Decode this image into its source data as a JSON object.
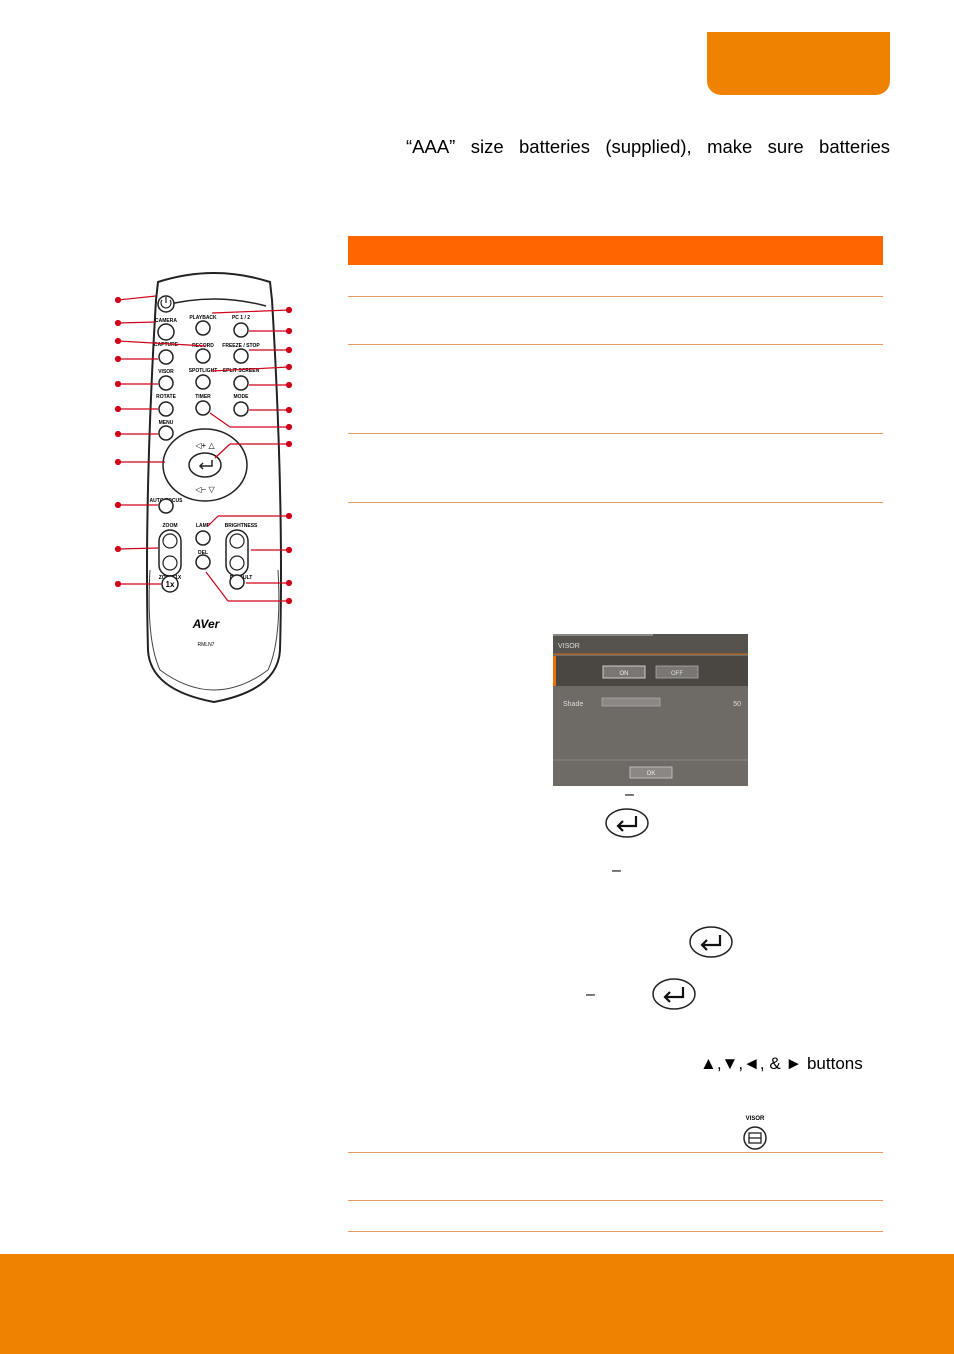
{
  "intro": {
    "text": "“AAA” size batteries (supplied), make sure batteries"
  },
  "remote": {
    "labels": {
      "camera": "CAMERA",
      "playback": "PLAYBACK",
      "pc12": "PC 1 / 2",
      "capture": "CAPTURE",
      "record": "RECORD",
      "freeze": "FREEZE / STOP",
      "visor": "VISOR",
      "spotlight": "SPOTLIGHT",
      "split": "SPLIT SCREEN",
      "rotate": "ROTATE",
      "timer": "TIMER",
      "mode": "MODE",
      "menu": "MENU",
      "autofocus": "AUTO FOCUS",
      "zoom": "ZOOM",
      "lamp": "LAMP",
      "brightness": "BRIGHTNESS",
      "del": "DEL",
      "zoom1x": "ZOOM 1X",
      "default": "DEFAULT",
      "zoom1x_btn": "1x",
      "brand": "AVer",
      "model": "RMLN7"
    }
  },
  "osd": {
    "title": "VISOR",
    "on_label": "ON",
    "off_label": "OFF",
    "shade_label": "Shade",
    "shade_value": "50",
    "ok_label": "OK"
  },
  "text": {
    "dash1": "–",
    "dash2": "–",
    "dash3": "–",
    "arrows_line": "▲,▼,◄, & ► buttons",
    "visor_icon_label": "VISOR"
  },
  "colors": {
    "orange": "#ef8200",
    "table_header": "#ff6600",
    "rule": "#e0a060",
    "callout": "#d0021b"
  }
}
